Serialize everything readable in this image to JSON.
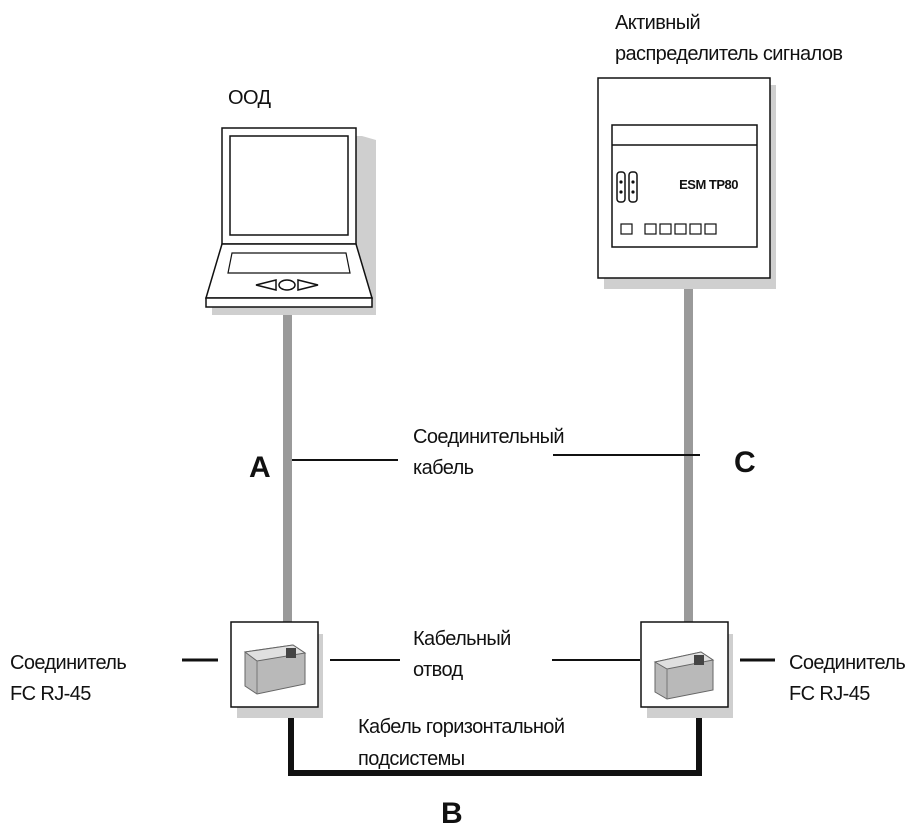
{
  "labels": {
    "dte": "ООД",
    "switch_line1": "Активный",
    "switch_line2": "распределитель сигналов",
    "patch_line1": "Соединительный",
    "patch_line2": "кабель",
    "drop_line1": "Кабельный",
    "drop_line2": "отвод",
    "horizontal_line1": "Кабель горизонтальной",
    "horizontal_line2": "подсистемы",
    "connector_left_line1": "Соединитель",
    "connector_left_line2": "FC RJ-45",
    "connector_right_line1": "Соединитель",
    "connector_right_line2": "FC RJ-45"
  },
  "segments": {
    "a": "A",
    "b": "B",
    "c": "C"
  },
  "device": {
    "model": "ESM TP80"
  },
  "colors": {
    "cable_gray": "#9a9a9a",
    "cable_black": "#111111",
    "shadow": "#cfcfcf"
  }
}
